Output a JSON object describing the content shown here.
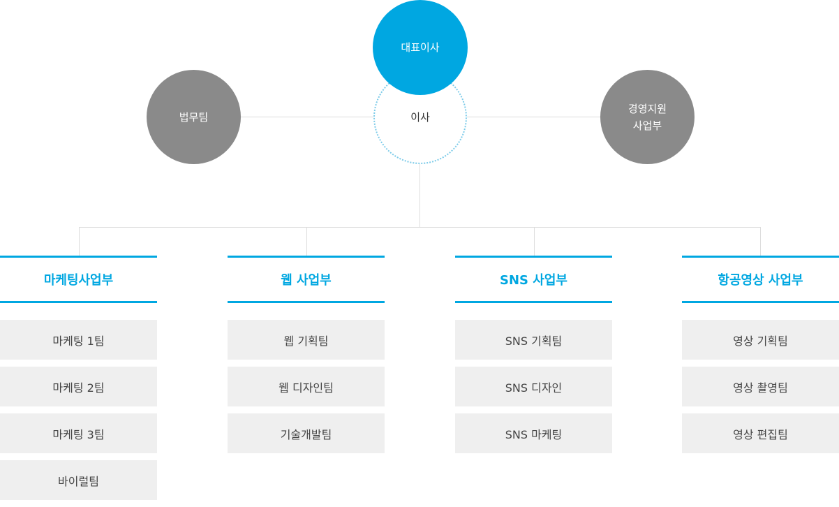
{
  "top": {
    "ceo": "대표이사",
    "director": "이사",
    "legal": "법무팀",
    "management": "경영지원\n사업부"
  },
  "divisions": [
    {
      "title": "마케팅사업부",
      "teams": [
        "마케팅 1팀",
        "마케팅 2팀",
        "마케팅 3팀",
        "바이럴팀"
      ]
    },
    {
      "title": "웹 사업부",
      "teams": [
        "웹 기획팀",
        "웹 디자인팀",
        "기술개발팀"
      ]
    },
    {
      "title": "SNS 사업부",
      "teams": [
        "SNS 기획팀",
        "SNS 디자인",
        "SNS 마케팅"
      ]
    },
    {
      "title": "항공영상 사업부",
      "teams": [
        "영상 기획팀",
        "영상 촬영팀",
        "영상 편집팀"
      ]
    }
  ],
  "colors": {
    "accent": "#00a7e1",
    "node_gray": "#8a8a8a",
    "box_bg": "#efefef",
    "line": "#dcdcdc"
  }
}
